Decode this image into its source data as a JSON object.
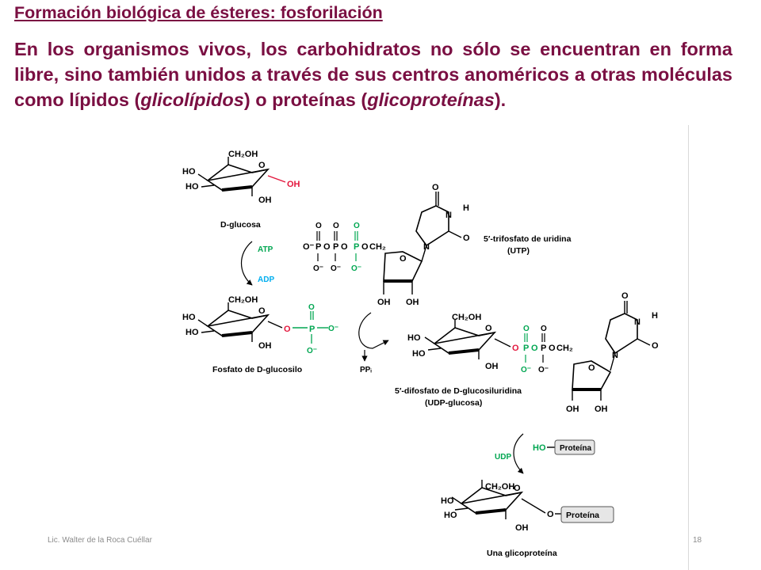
{
  "slide": {
    "title": "Formación biológica de ésteres: fosforilación",
    "para_1": "En los organismos vivos, los carbohidratos no sólo se encuentran en forma libre, sino también unidos a través de sus centros anoméricos a otras moléculas como lípidos (",
    "para_glicolipidos": "glicolípidos",
    "para_2": ") o proteínas (",
    "para_glicoproteinas": "glicoproteínas",
    "para_3": ").",
    "footer_author": "Lic. Walter de la Roca Cuéllar",
    "footer_page": "18"
  },
  "diagram": {
    "oh": "OH",
    "ho": "HO",
    "ch2oh": "CH₂OH",
    "ring_o": "O",
    "nh": "N",
    "h": "H",
    "n": "N",
    "dglucosa": "D-glucosa",
    "atp": "ATP",
    "adp": "ADP",
    "utp_name": "5′-trifosfato de uridina",
    "utp_abbr": "(UTP)",
    "fosfato_name": "Fosfato de D-glucosilo",
    "ppi": "PPᵢ",
    "udpg_name": "5′-difosfato de D-glucosiluridina",
    "udpg_abbr": "(UDP-glucosa)",
    "udp": "UDP",
    "proteina": "Proteína",
    "glico_name": "Una glicoproteína",
    "o_minus": "O⁻",
    "p": "P",
    "o": "O",
    "ch2": "CH₂",
    "o_label": "O",
    "colors": {
      "red": "#e3173d",
      "green": "#00a651",
      "blue": "#00aeef",
      "maroon": "#7a0f42"
    }
  }
}
